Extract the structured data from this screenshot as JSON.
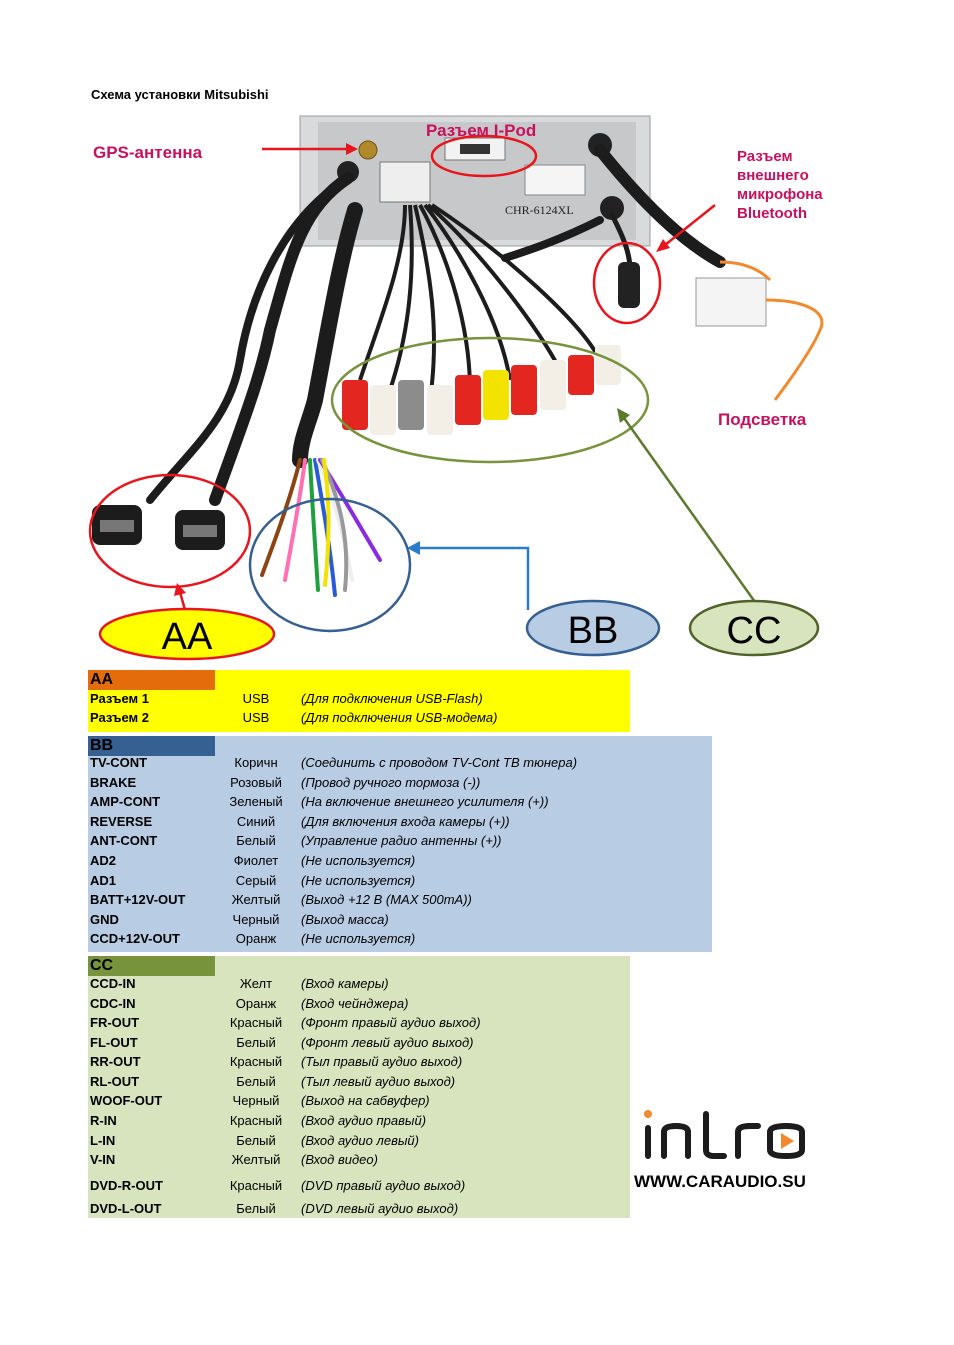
{
  "title": "Схема установки Mitsubishi",
  "diagram": {
    "callouts": {
      "gps": "GPS-антенна",
      "ipod": "Разъем I-Pod",
      "mic": [
        "Разъем",
        "внешнего",
        "микрофона",
        "Bluetooth"
      ],
      "light": "Подсветка"
    },
    "unit_label": "CHR-6124XL",
    "bubbles": {
      "aa": "AA",
      "bb": "BB",
      "cc": "CC"
    }
  },
  "colors": {
    "aa_bg": "#ffff00",
    "aa_hdr": "#e46c0a",
    "bb_bg": "#b8cce4",
    "bb_hdr": "#366092",
    "cc_bg": "#d7e4bd",
    "cc_hdr": "#77933c",
    "callout": "#c8105e"
  },
  "tables": {
    "aa": {
      "header": "AA",
      "rows": [
        {
          "name": "Разъем 1",
          "value": "USB",
          "desc": "(Для подключения USB-Flash)"
        },
        {
          "name": "Разъем 2",
          "value": "USB",
          "desc": "(Для подключения USB-модема)"
        }
      ]
    },
    "bb": {
      "header": "BB",
      "rows": [
        {
          "name": "TV-CONT",
          "value": "Коричн",
          "desc": "(Соединить с проводом TV-Cont ТВ тюнера)"
        },
        {
          "name": "BRAKE",
          "value": "Розовый",
          "desc": "(Провод ручного тормоза (-))"
        },
        {
          "name": "AMP-CONT",
          "value": "Зеленый",
          "desc": "(На включение внешнего усилителя (+))"
        },
        {
          "name": "REVERSE",
          "value": "Синий",
          "desc": "(Для включения входа камеры (+))"
        },
        {
          "name": "ANT-CONT",
          "value": "Белый",
          "desc": "(Управление радио антенны (+))"
        },
        {
          "name": "AD2",
          "value": "Фиолет",
          "desc": "(Не используется)"
        },
        {
          "name": "AD1",
          "value": "Серый",
          "desc": "(Не используется)"
        },
        {
          "name": "BATT+12V-OUT",
          "value": "Желтый",
          "desc": "(Выход +12 В (MAX 500mA))"
        },
        {
          "name": "GND",
          "value": "Черный",
          "desc": "(Выход  масса)"
        },
        {
          "name": "CCD+12V-OUT",
          "value": "Оранж",
          "desc": "(Не используется)"
        }
      ]
    },
    "cc": {
      "header": "CC",
      "rows": [
        {
          "name": "CCD-IN",
          "value": "Желт",
          "desc": "(Вход камеры)"
        },
        {
          "name": "CDC-IN",
          "value": "Оранж",
          "desc": "(Вход чейнджера)"
        },
        {
          "name": "FR-OUT",
          "value": "Красный",
          "desc": "(Фронт правый аудио выход)"
        },
        {
          "name": "FL-OUT",
          "value": "Белый",
          "desc": "(Фронт левый аудио выход)"
        },
        {
          "name": "RR-OUT",
          "value": "Красный",
          "desc": "(Тыл правый аудио выход)"
        },
        {
          "name": "RL-OUT",
          "value": "Белый",
          "desc": "(Тыл левый аудио выход)"
        },
        {
          "name": "WOOF-OUT",
          "value": "Черный",
          "desc": "(Выход на сабвуфер)"
        },
        {
          "name": "R-IN",
          "value": "Красный",
          "desc": "(Вход аудио правый)"
        },
        {
          "name": "L-IN",
          "value": "Белый",
          "desc": "(Вход аудио левый)"
        },
        {
          "name": "V-IN",
          "value": "Желтый",
          "desc": "(Вход видео)"
        },
        {
          "name": "DVD-R-OUT",
          "value": "Красный",
          "desc": "(DVD правый аудио выход)"
        },
        {
          "name": "DVD-L-OUT",
          "value": "Белый",
          "desc": "(DVD левый аудио выход)"
        }
      ]
    }
  },
  "logo_text": "intro",
  "website": "WWW.CARAUDIO.SU"
}
